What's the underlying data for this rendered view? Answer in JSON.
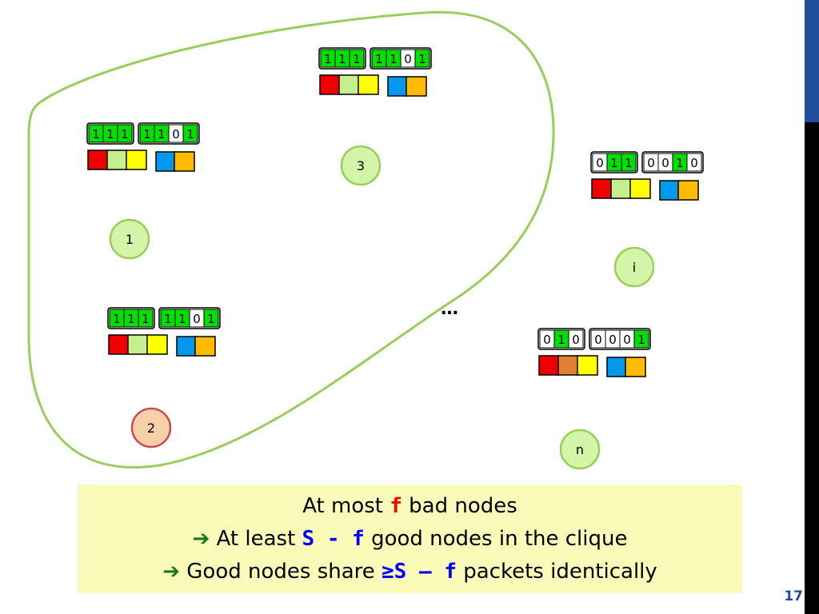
{
  "colors": {
    "green": "#00e000",
    "red": "#ee0000",
    "light_green": "#c6ef8d",
    "yellow": "#ffff00",
    "blue": "#0099ee",
    "orange": "#ffbb00",
    "dark_orange": "#e08030",
    "clique_outline": "#9acd5a",
    "node_fill": "#d2f5a8",
    "node2_fill": "#f5d0a8",
    "caption_bg": "#fbfbb9",
    "accent": "#1f4e9b"
  },
  "nodes": [
    {
      "label": "1",
      "color": "node_fill"
    },
    {
      "label": "2",
      "color": "node2_fill"
    },
    {
      "label": "3",
      "color": "node_fill"
    },
    {
      "label": "i",
      "color": "node_fill"
    },
    {
      "label": "n",
      "color": "node_fill"
    }
  ],
  "ellipsis": "…",
  "packet_groups": [
    {
      "id": "node3",
      "bits_a": [
        "1",
        "1",
        "1"
      ],
      "bits_b": [
        "1",
        "1",
        "0",
        "1"
      ],
      "colors_a": [
        "red",
        "light_green",
        "yellow"
      ],
      "colors_b": [
        "blue",
        "orange"
      ]
    },
    {
      "id": "node1",
      "bits_a": [
        "1",
        "1",
        "1"
      ],
      "bits_b": [
        "1",
        "1",
        "0",
        "1"
      ],
      "colors_a": [
        "red",
        "light_green",
        "yellow"
      ],
      "colors_b": [
        "blue",
        "orange"
      ]
    },
    {
      "id": "node2",
      "bits_a": [
        "1",
        "1",
        "1"
      ],
      "bits_b": [
        "1",
        "1",
        "0",
        "1"
      ],
      "colors_a": [
        "red",
        "light_green",
        "yellow"
      ],
      "colors_b": [
        "blue",
        "orange"
      ]
    },
    {
      "id": "nodei",
      "bits_a": [
        "0",
        "1",
        "1"
      ],
      "bits_b": [
        "0",
        "0",
        "1",
        "0"
      ],
      "colors_a": [
        "red",
        "light_green",
        "yellow"
      ],
      "colors_b": [
        "blue",
        "orange"
      ]
    },
    {
      "id": "noden",
      "bits_a": [
        "0",
        "1",
        "0"
      ],
      "bits_b": [
        "0",
        "0",
        "0",
        "1"
      ],
      "colors_a": [
        "red",
        "dark_orange",
        "yellow"
      ],
      "colors_b": [
        "blue",
        "orange"
      ]
    }
  ],
  "caption": {
    "line1_pre": "At most ",
    "line1_var": "f",
    "line1_post": " bad nodes",
    "arrow": "➔",
    "line2_pre": " At least ",
    "line2_s": "S",
    "line2_minus": " - ",
    "line2_f": "f",
    "line2_post": " good nodes in the clique",
    "line3_pre": " Good nodes share ",
    "line3_s": "≥S",
    "line3_minus": " – ",
    "line3_f": "f",
    "line3_post": " packets identically"
  },
  "slide_number": "17"
}
